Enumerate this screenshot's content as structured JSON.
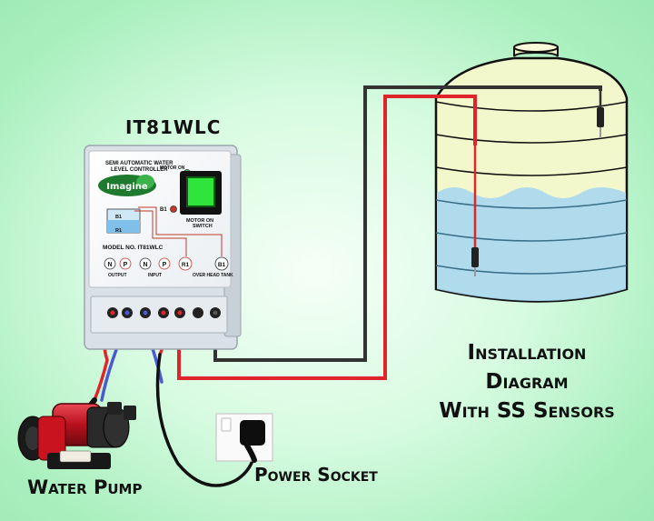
{
  "model_title": "IT81WLC",
  "diagram_title": {
    "line1": "Installation",
    "line2": "Diagram",
    "line3": "With SS Sensors"
  },
  "pump_label": "Water Pump",
  "socket_label": "Power Socket",
  "controller": {
    "heading_line1": "SEMI AUTOMATIC WATER",
    "heading_line2": "LEVEL CONTROLLER",
    "brand": "Imagine",
    "motor_on_led": "MOTOR ON",
    "b1_led": "B1",
    "switch_line1": "MOTOR ON",
    "switch_line2": "SWITCH",
    "tank_b1": "B1",
    "tank_r1": "R1",
    "model_no": "MODEL NO. IT81WLC",
    "terminals": [
      "N",
      "P",
      "N",
      "P",
      "R1",
      "B1"
    ],
    "output_label": "OUTPUT",
    "input_label": "INPUT",
    "overhead_label": "OVER HEAD TANK"
  },
  "colors": {
    "red_wire": "#e0242b",
    "black_wire": "#333333",
    "blue_wire": "#4a5ad0",
    "water": "#a9d8f0",
    "tank": "#f2f6c8",
    "led_green": "#2ecc40",
    "led_red": "#c0392b",
    "switch_green": "#2fe43a"
  }
}
